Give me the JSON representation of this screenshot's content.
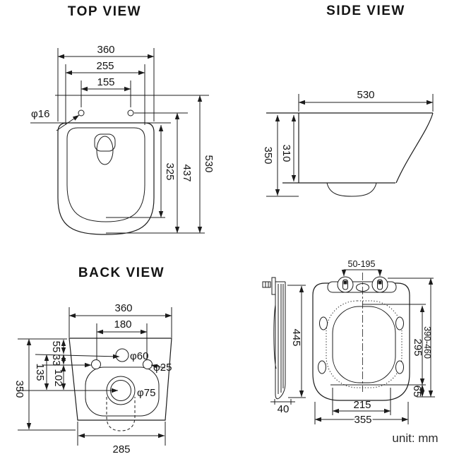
{
  "unit": {
    "label": "unit: mm"
  },
  "top_view": {
    "title": "TOP VIEW",
    "overall_width": "360",
    "rim_width": "255",
    "hinge_hole_spacing": "155",
    "hinge_hole_diameter": "φ16",
    "bowl_inner_depth": "325",
    "hole_to_front_depth": "437",
    "overall_depth": "530"
  },
  "side_view": {
    "title": "SIDE VIEW",
    "overall_depth": "530",
    "overall_height": "350",
    "body_height": "310"
  },
  "back_view": {
    "title": "BACK VIEW",
    "overall_width": "360",
    "bolt_hole_spacing": "180",
    "top_to_flush_hole": "55",
    "flush_to_bolt_holes": "33",
    "bolt_to_drain": "102",
    "flush_to_drain": "135",
    "overall_height": "350",
    "bottom_width": "285",
    "flush_hole_diameter": "φ60",
    "bolt_hole_diameter": "φ25",
    "drain_hole_diameter": "φ75"
  },
  "seat_view": {
    "hinge_adjust_range": "50-195",
    "seat_length": "445",
    "seat_thickness": "40",
    "opening_length": "295",
    "install_depth_range": "390-460",
    "tail_length": "65",
    "opening_width": "215",
    "seat_width": "355"
  }
}
